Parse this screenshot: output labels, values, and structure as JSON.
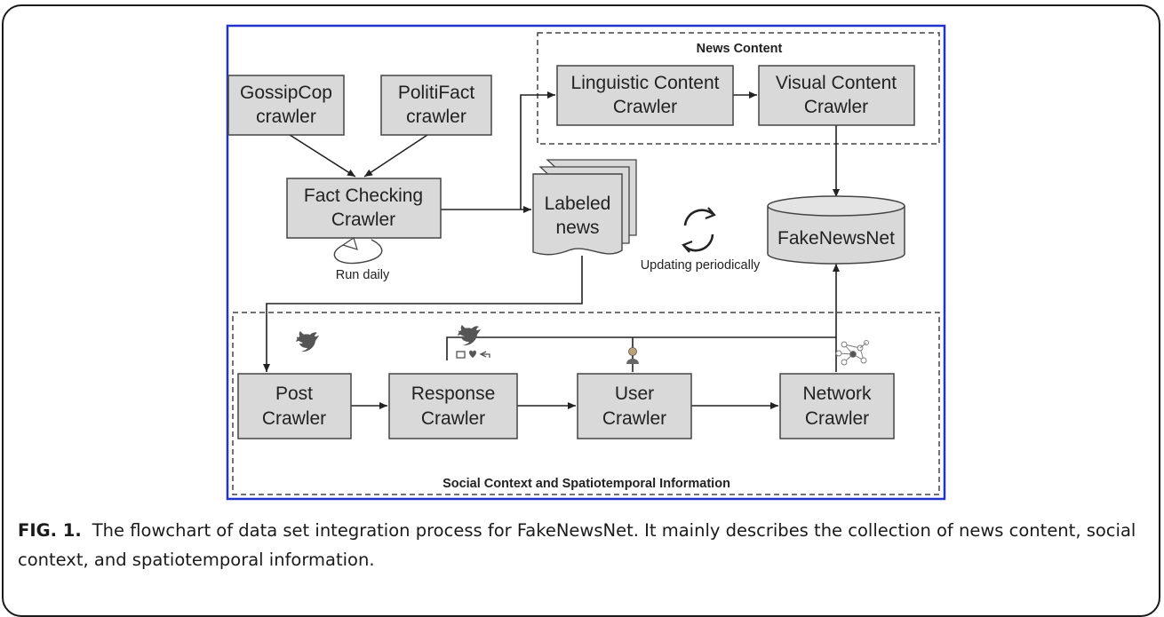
{
  "figure": {
    "label": "FIG. 1.",
    "caption": "The flowchart of data set integration process for FakeNewsNet. It mainly describes the collection of news content, social context, and spatiotemporal information."
  },
  "diagram": {
    "groups": {
      "news_content": "News Content",
      "social_context": "Social Context and Spatiotemporal Information"
    },
    "nodes": {
      "gossipcop": [
        "GossipCop",
        "crawler"
      ],
      "politifact": [
        "PolitiFact",
        "crawler"
      ],
      "fact_checking": [
        "Fact Checking",
        "Crawler"
      ],
      "labeled_news": [
        "Labeled",
        "news"
      ],
      "linguistic": [
        "Linguistic Content",
        "Crawler"
      ],
      "visual": [
        "Visual Content",
        "Crawler"
      ],
      "fakenewsnet": "FakeNewsNet",
      "post": [
        "Post",
        "Crawler"
      ],
      "response": [
        "Response",
        "Crawler"
      ],
      "user": [
        "User",
        "Crawler"
      ],
      "network": [
        "Network",
        "Crawler"
      ]
    },
    "annotations": {
      "run_daily": "Run daily",
      "updating": "Updating periodically"
    },
    "icons": [
      "twitter-bird-icon",
      "twitter-actions-icon",
      "user-icon",
      "network-graph-icon",
      "refresh-cycle-icon",
      "loop-arrow-icon"
    ],
    "colors": {
      "border": "#2233cc",
      "box_fill": "#d9d9d9",
      "stroke": "#333333"
    }
  }
}
